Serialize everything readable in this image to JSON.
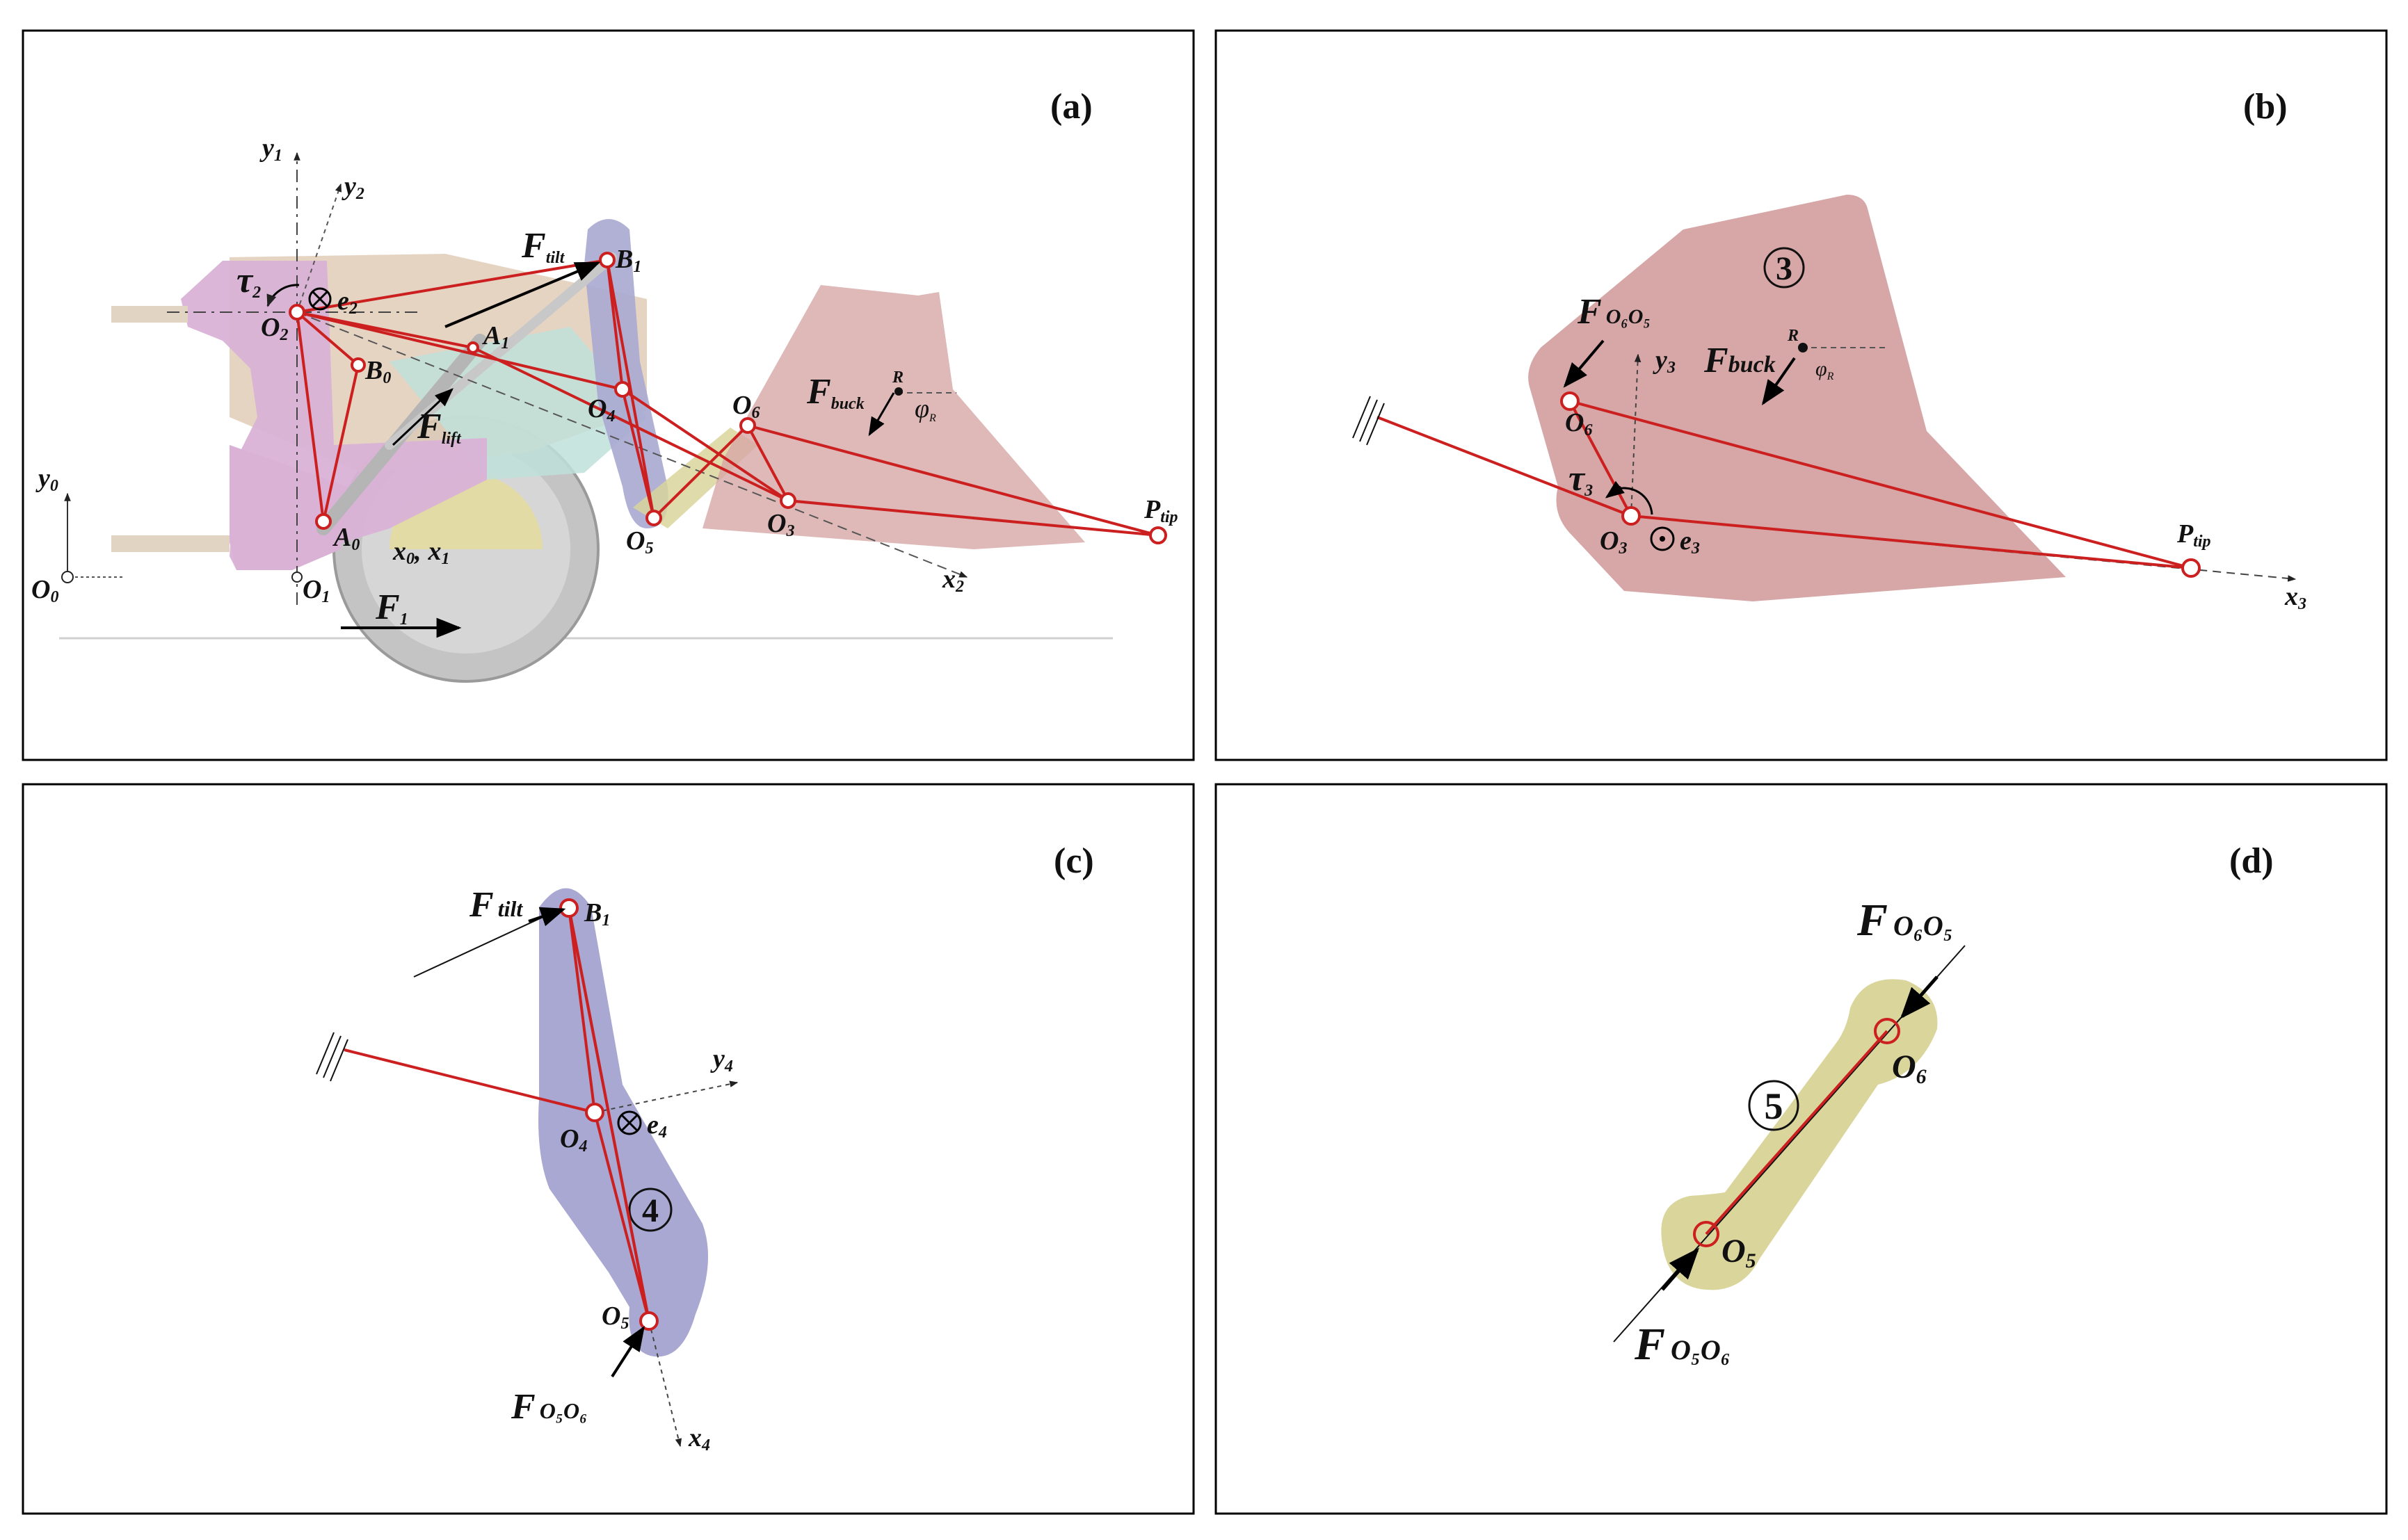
{
  "colors": {
    "linkage_red": "#cc1f1f",
    "body_pink": "#d9b2d6",
    "frame_tan": "#e2cdb8",
    "arm_blue": "#a9a8d2",
    "bucket_rose": "#d7a6a6",
    "teal": "#bfe0d9",
    "yellow_olive": "#d9d59b",
    "wheel_gray": "#b7b7b7",
    "frame_border": "#000000"
  },
  "panels": {
    "a": {
      "label": "(a)",
      "points": {
        "O2": "O",
        "O2s": "2",
        "B0": "B",
        "B0s": "0",
        "A1": "A",
        "A1s": "1",
        "A0": "A",
        "A0s": "0",
        "B1": "B",
        "B1s": "1",
        "O4": "O",
        "O4s": "4",
        "O5": "O",
        "O5s": "5",
        "O3": "O",
        "O3s": "3",
        "O6": "O",
        "O6s": "6",
        "O1": "O",
        "O1s": "1",
        "O0": "O",
        "O0s": "0",
        "Ptip": "P",
        "Ptips": "tip",
        "R": "R"
      },
      "axes": {
        "y1": "y",
        "y1s": "1",
        "y2": "y",
        "y2s": "2",
        "x2": "x",
        "x2s": "2",
        "y0": "y",
        "y0s": "0",
        "x0": "x",
        "x0s": "0",
        "comma": ",",
        "x1": "x",
        "x1s": "1"
      },
      "forces": {
        "tau2": "τ",
        "tau2s": "2",
        "e2": "e",
        "e2s": "2",
        "Ftilt": "F",
        "Ftilts": "tilt",
        "Flift": "F",
        "Flifts": "lift",
        "Fbuck": "F",
        "Fbucks": "buck",
        "F1": "F",
        "F1s": "1",
        "phiR": "φ",
        "phiRs": "R"
      }
    },
    "b": {
      "label": "(b)",
      "body_number": "3",
      "points": {
        "O6": "O",
        "O6s": "6",
        "O3": "O",
        "O3s": "3",
        "Ptip": "P",
        "Ptips": "tip",
        "R": "R"
      },
      "axes": {
        "y3": "y",
        "y3s": "3",
        "x3": "x",
        "x3s": "3"
      },
      "forces": {
        "Fo6o5": "F",
        "Fo6o5s": "O₆O₅",
        "Fbuck": "F",
        "Fbucks": "buck",
        "tau3": "τ",
        "tau3s": "3",
        "e3": "e",
        "e3s": "3",
        "phiR": "φ",
        "phiRs": "R"
      }
    },
    "c": {
      "label": "(c)",
      "body_number": "4",
      "points": {
        "B1": "B",
        "B1s": "1",
        "O4": "O",
        "O4s": "4",
        "O5": "O",
        "O5s": "5"
      },
      "axes": {
        "y4": "y",
        "y4s": "4",
        "x4": "x",
        "x4s": "4"
      },
      "forces": {
        "Ftilt": "F",
        "Ftilts": "tilt",
        "e4": "e",
        "e4s": "4",
        "Fo5o6": "F",
        "Fo5o6s": "O₅O₆"
      }
    },
    "d": {
      "label": "(d)",
      "body_number": "5",
      "points": {
        "O6": "O",
        "O6s": "6",
        "O5": "O",
        "O5s": "5"
      },
      "forces": {
        "Fo6o5": "F",
        "Fo6o5s": "O₆O₅",
        "Fo5o6": "F",
        "Fo5o6s": "O₅O₆"
      }
    }
  }
}
